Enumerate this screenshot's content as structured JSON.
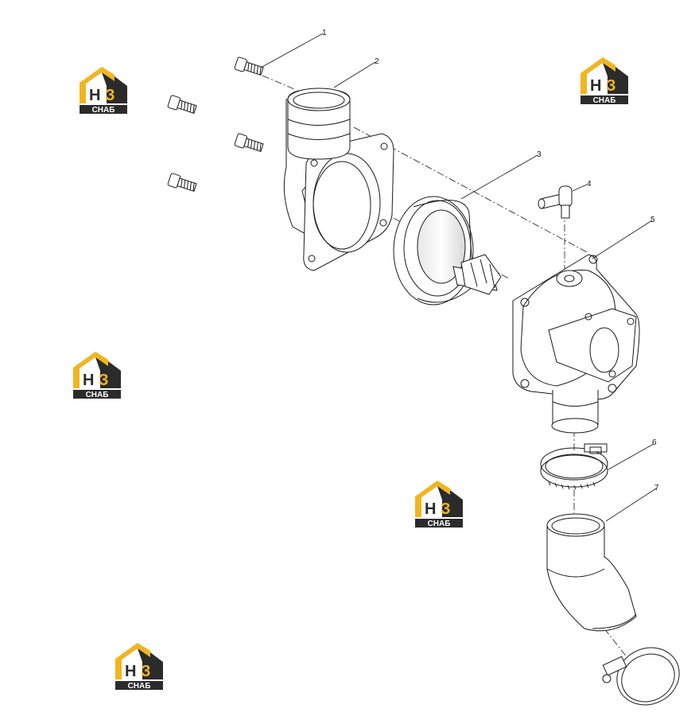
{
  "diagram": {
    "callouts": [
      {
        "id": "1",
        "label": "1"
      },
      {
        "id": "2",
        "label": "2"
      },
      {
        "id": "3",
        "label": "3"
      },
      {
        "id": "4",
        "label": "4"
      },
      {
        "id": "5",
        "label": "5"
      },
      {
        "id": "6",
        "label": "6"
      },
      {
        "id": "7",
        "label": "7"
      }
    ]
  },
  "watermark": {
    "logo_letters": "НЗ",
    "logo_caption": "СНАБ",
    "colors": {
      "yellow": "#f2b51e",
      "dark": "#2b2b2b",
      "white": "#ffffff"
    }
  },
  "colors": {
    "line": "#1a1a1a",
    "fill": "#ffffff",
    "shade": "#dcdcdc"
  }
}
